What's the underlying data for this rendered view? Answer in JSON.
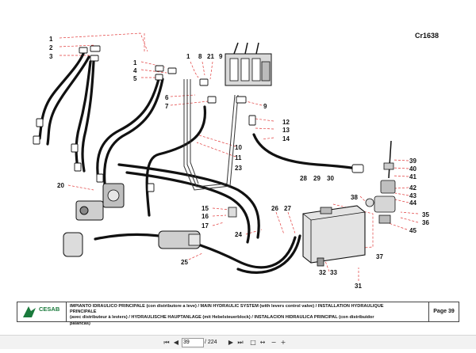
{
  "drawing": {
    "code": "Cr1638",
    "callouts": [
      "1",
      "2",
      "3",
      "1",
      "4",
      "5",
      "1",
      "8",
      "21",
      "9",
      "6",
      "7",
      "9",
      "12",
      "13",
      "14",
      "10",
      "11",
      "23",
      "20",
      "15",
      "16",
      "17",
      "24",
      "25",
      "26",
      "27",
      "28",
      "29",
      "30",
      "38",
      "39",
      "40",
      "41",
      "42",
      "43",
      "44",
      "35",
      "36",
      "45",
      "37",
      "32",
      "33",
      "31"
    ]
  },
  "titleblock": {
    "logo_text": "CESAB",
    "caption_line1": "IMPIANTO IDRAULICO PRINCIPALE (con distributore a leve) / MAIN HYDRAULIC SYSTEM (with levers control valve) / INSTALLATION HYDRAULIQUE PRINCIPALE",
    "caption_line2": "(avec distributeur à leviers) / HYDRAULISCHE HAUPTANLAGE (mit Hebelsteuerblock) / INSTALACION HIDRAULICA PRINCIPAL (con distribuidor palancas)",
    "page_label": "Page 39"
  },
  "viewer": {
    "current_page": "39",
    "total_pages": "/ 224",
    "icons": [
      "first-page-icon",
      "prev-page-icon",
      "next-page-icon",
      "last-page-icon",
      "fit-page-icon",
      "fit-width-icon",
      "zoom-out-icon",
      "zoom-in-icon"
    ]
  },
  "colors": {
    "hose": "#111111",
    "leader": "#e23b3b",
    "logo": "#1a7a3c"
  }
}
